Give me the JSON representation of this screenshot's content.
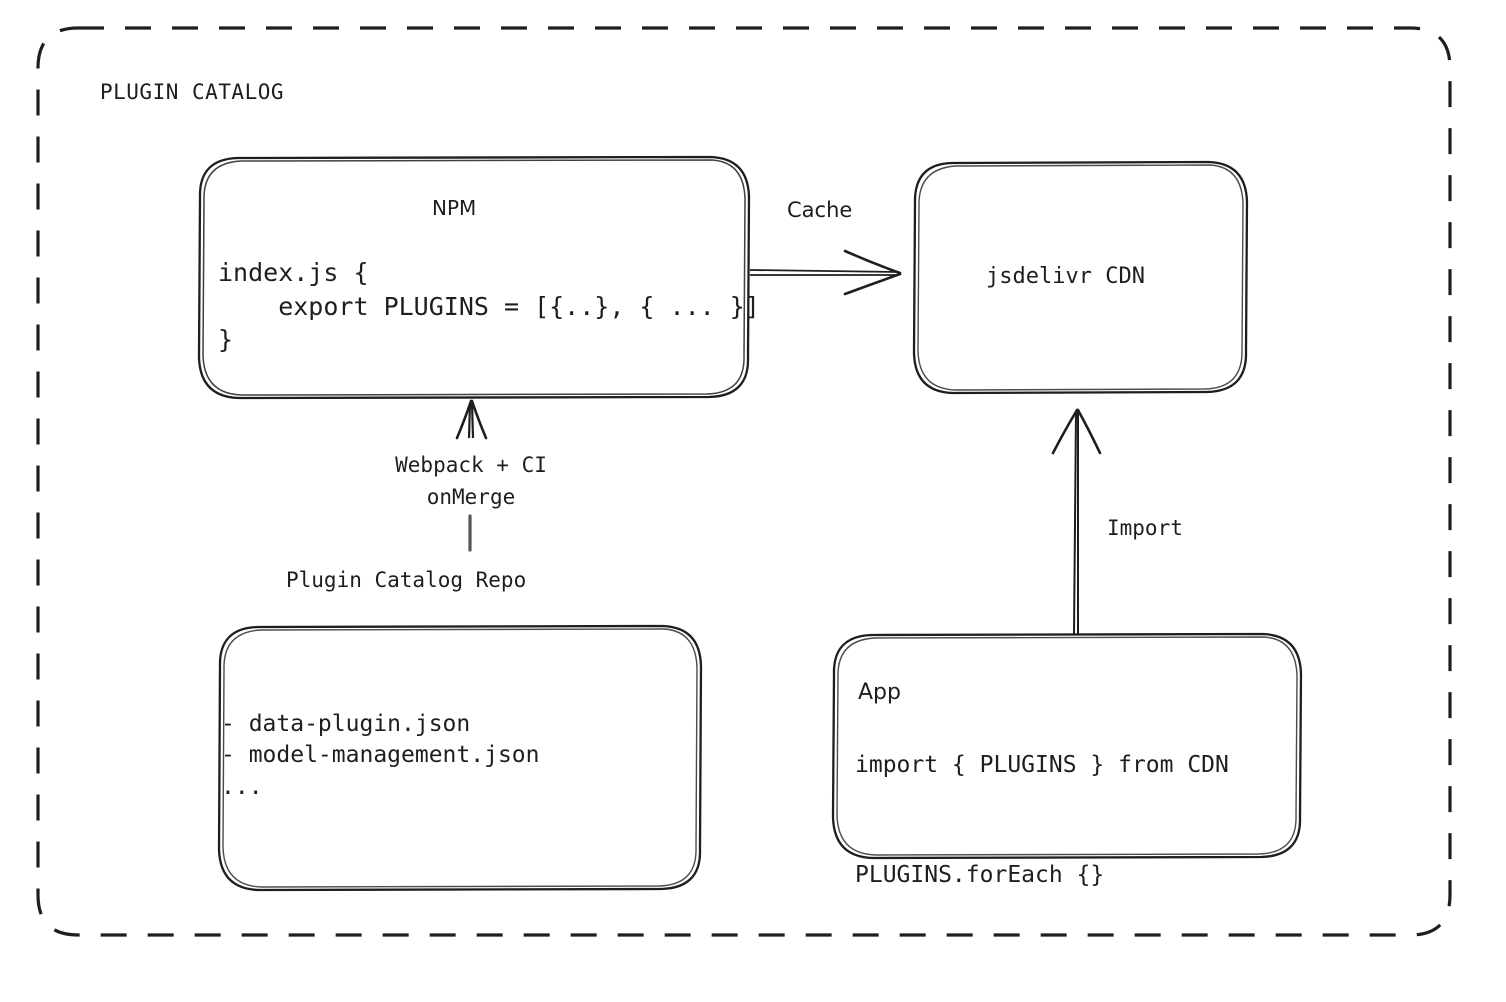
{
  "diagram": {
    "container": {
      "label": "PLUGIN CATALOG",
      "border_style": "dashed",
      "stroke_color": "#1e1e1e",
      "background": "#ffffff"
    },
    "nodes": {
      "npm": {
        "title": "NPM",
        "code": "index.js {\n    export PLUGINS = [{..}, { ... }]\n}"
      },
      "cdn": {
        "title": "jsdelivr CDN"
      },
      "repo": {
        "title": "Plugin Catalog Repo",
        "files": "- data-plugin.json\n- model-management.json\n..."
      },
      "app": {
        "title": "App",
        "code": "import { PLUGINS } from CDN\n\nPLUGINS.forEach {}"
      }
    },
    "edges": {
      "cache": {
        "label": "Cache",
        "from": "npm",
        "to": "cdn",
        "direction": "right"
      },
      "build": {
        "label": "Webpack + CI\nonMerge",
        "from": "repo",
        "to": "npm",
        "direction": "up"
      },
      "import": {
        "label": "Import",
        "from": "app",
        "to": "cdn",
        "direction": "up"
      }
    }
  }
}
